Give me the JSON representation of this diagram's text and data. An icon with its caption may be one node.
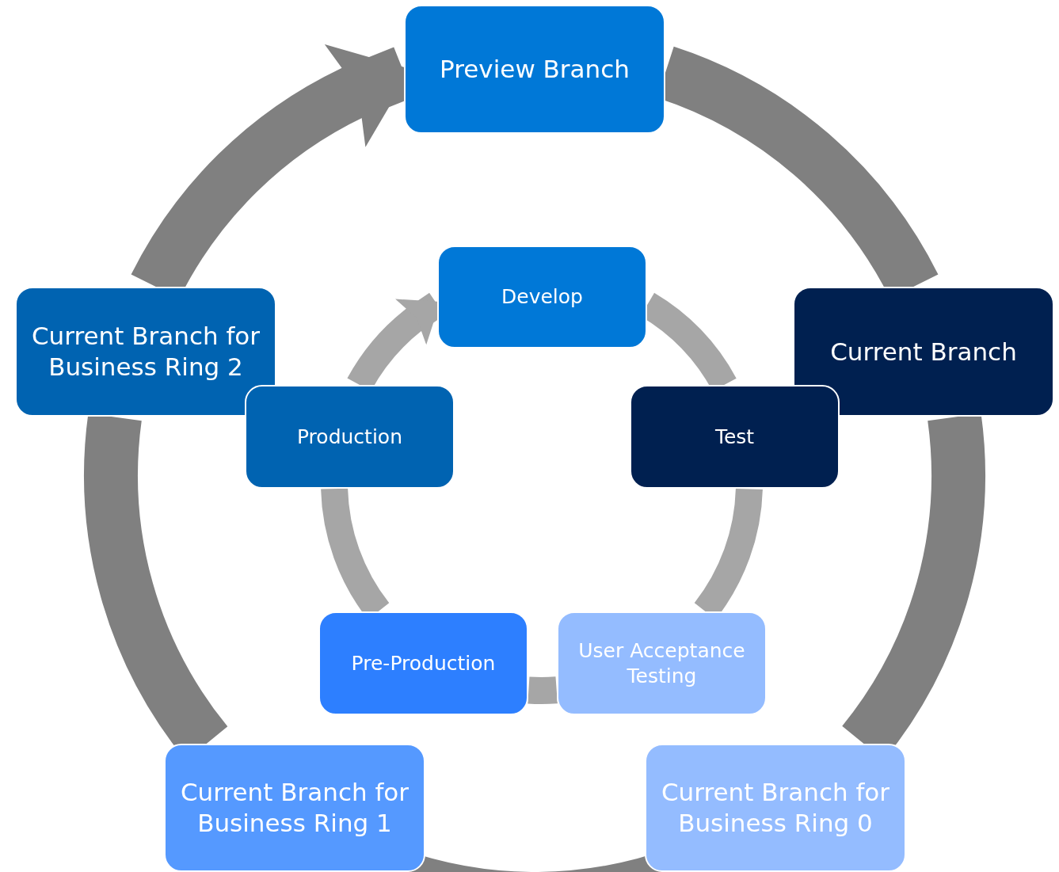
{
  "diagram": {
    "nodes": [
      {
        "text": [
          "Preview Branch"
        ]
      },
      {
        "text": [
          "Current Branch"
        ]
      },
      {
        "text": [
          "Current Branch for Business Ring 0"
        ]
      },
      {
        "text": [
          "Current Branch for Business Ring 1"
        ]
      },
      {
        "text": [
          "Current Branch for Business Ring 2"
        ]
      },
      {
        "text": [
          "Develop"
        ]
      },
      {
        "text": [
          "Test"
        ]
      },
      {
        "text": [
          "User Acceptance Testing"
        ]
      },
      {
        "text": [
          "Pre-Production"
        ]
      },
      {
        "text": [
          "Production"
        ]
      }
    ],
    "edges": [
      {
        "from": 0,
        "to": 1,
        "arrow": "none",
        "style": "thick"
      },
      {
        "from": 1,
        "to": 2,
        "arrow": "none",
        "style": "thick"
      },
      {
        "from": 2,
        "to": 3,
        "arrow": "none",
        "style": "thick"
      },
      {
        "from": 3,
        "to": 4,
        "arrow": "none",
        "style": "thick"
      },
      {
        "from": 4,
        "to": 0,
        "arrow": "to",
        "style": "thick"
      },
      {
        "from": 5,
        "to": 6,
        "arrow": "none",
        "color": "#a6a6a6"
      },
      {
        "from": 6,
        "to": 7,
        "arrow": "none",
        "color": "#a6a6a6"
      },
      {
        "from": 7,
        "to": 8,
        "arrow": "none",
        "color": "#a6a6a6"
      },
      {
        "from": 8,
        "to": 9,
        "arrow": "none",
        "color": "#a6a6a6"
      },
      {
        "from": 9,
        "to": 5,
        "arrow": "to",
        "color": "#a6a6a6"
      }
    ]
  }
}
